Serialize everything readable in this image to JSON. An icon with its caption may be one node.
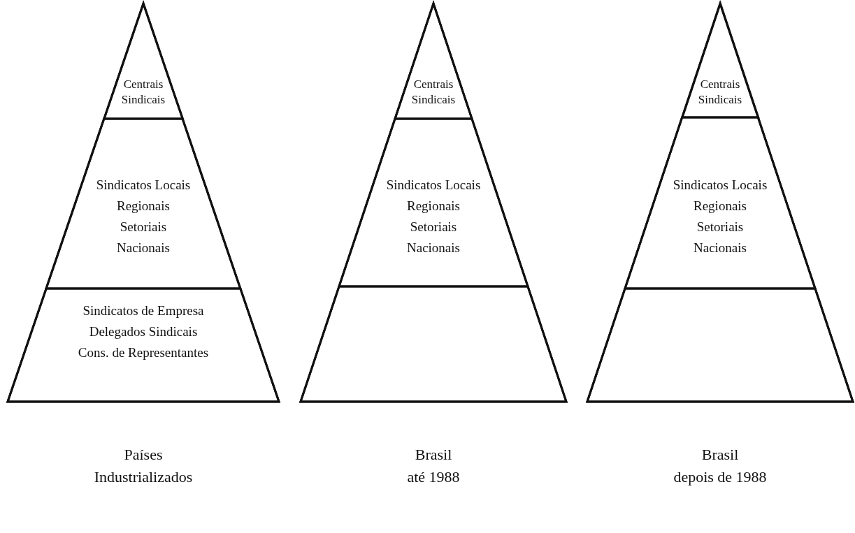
{
  "diagram": {
    "nodes": [
      {
        "text": [],
        "shape": "triangle",
        "beside": [
          "Países",
          "Industrializados"
        ]
      },
      {
        "text": [
          "Centrais Sindicais"
        ],
        "in": 0
      },
      {
        "text": [
          "Sindicatos Locais",
          "Regionais",
          "Setoriais",
          "Nacionais"
        ],
        "in": 0
      },
      {
        "text": [
          "Sindicatos de Empresa",
          "Delegados Sindicais",
          "Cons. de Representantes"
        ],
        "in": 0
      },
      {
        "text": [],
        "shape": "triangle",
        "beside": [
          "Brasil",
          "até 1988"
        ]
      },
      {
        "text": [
          "Centrais Sindicais"
        ],
        "in": 4
      },
      {
        "text": [
          "Sindicatos Locais",
          "Regionais",
          "Setoriais",
          "Nacionais"
        ],
        "in": 4
      },
      {
        "text": [],
        "shape": "trapezoid",
        "in": 4
      },
      {
        "text": [],
        "shape": "triangle",
        "beside": [
          "Brasil",
          "depois de 1988"
        ]
      },
      {
        "text": [
          "Centrais Sindicais"
        ],
        "in": 8
      },
      {
        "text": [
          "Sindicatos Locais",
          "Regionais",
          "Setoriais",
          "Nacionais"
        ],
        "in": 8
      },
      {
        "text": [],
        "shape": "trapezoid",
        "in": 8
      }
    ]
  }
}
